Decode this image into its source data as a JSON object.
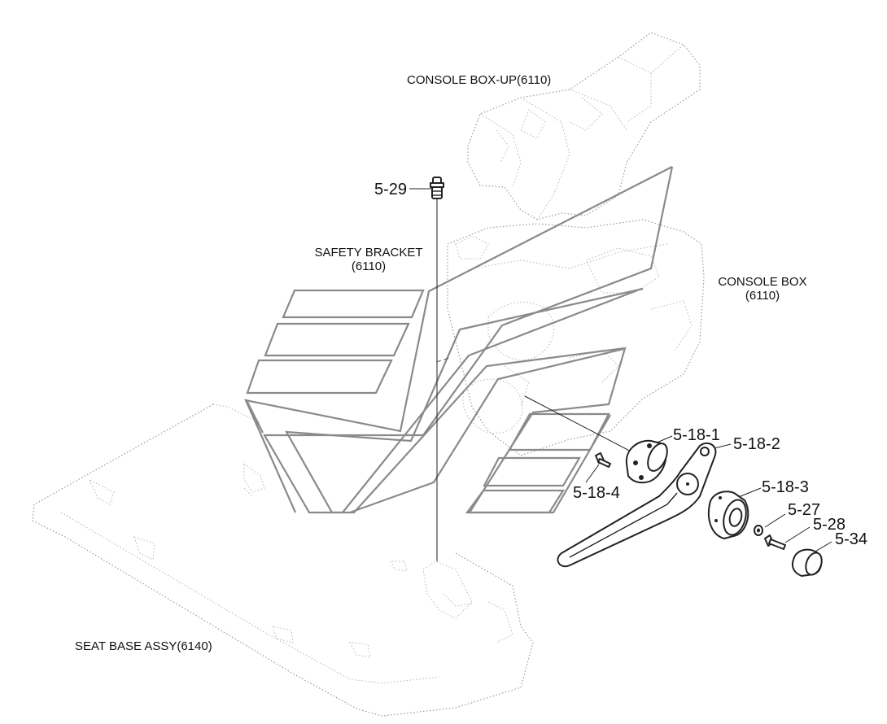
{
  "labels": {
    "console_box_up": "CONSOLE BOX-UP(6110)",
    "safety_bracket_name": "SAFETY BRACKET",
    "safety_bracket_code": "(6110)",
    "console_box_name": "CONSOLE BOX",
    "console_box_code": "(6110)",
    "seat_base_assy": "SEAT BASE ASSY(6140)"
  },
  "parts": {
    "p5_29": "5-29",
    "p5_18_1": "5-18-1",
    "p5_18_2": "5-18-2",
    "p5_18_3": "5-18-3",
    "p5_18_4": "5-18-4",
    "p5_27": "5-27",
    "p5_28": "5-28",
    "p5_34": "5-34"
  }
}
